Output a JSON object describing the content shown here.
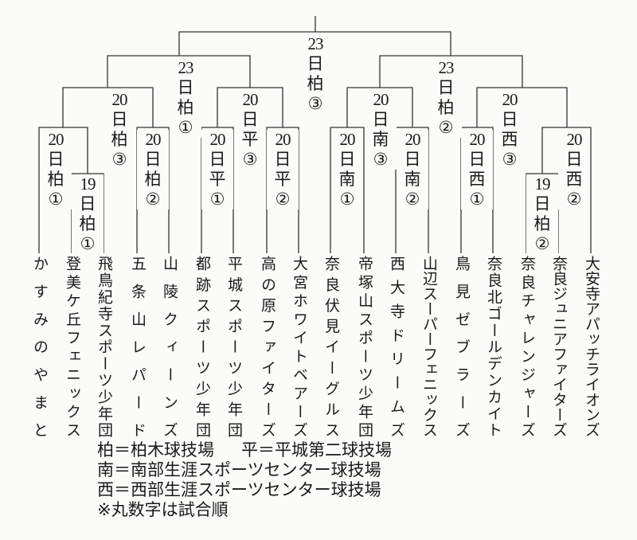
{
  "matches": {
    "final": {
      "date": "23",
      "day": "日",
      "venue": "柏",
      "order": "③"
    },
    "semi_left": {
      "date": "23",
      "day": "日",
      "venue": "柏",
      "order": "①"
    },
    "semi_right": {
      "date": "23",
      "day": "日",
      "venue": "柏",
      "order": "②"
    },
    "q_kashiwa3": {
      "date": "20",
      "day": "日",
      "venue": "柏",
      "order": "③"
    },
    "q_hira3": {
      "date": "20",
      "day": "日",
      "venue": "平",
      "order": "③"
    },
    "q_minami3": {
      "date": "20",
      "day": "日",
      "venue": "南",
      "order": "③"
    },
    "q_nishi3": {
      "date": "20",
      "day": "日",
      "venue": "西",
      "order": "③"
    },
    "r_kashiwa1": {
      "date": "20",
      "day": "日",
      "venue": "柏",
      "order": "①"
    },
    "r_kashiwa2": {
      "date": "20",
      "day": "日",
      "venue": "柏",
      "order": "②"
    },
    "r_hira1": {
      "date": "20",
      "day": "日",
      "venue": "平",
      "order": "①"
    },
    "r_hira2": {
      "date": "20",
      "day": "日",
      "venue": "平",
      "order": "②"
    },
    "r_minami1": {
      "date": "20",
      "day": "日",
      "venue": "南",
      "order": "①"
    },
    "r_minami2": {
      "date": "20",
      "day": "日",
      "venue": "南",
      "order": "②"
    },
    "r_nishi1": {
      "date": "20",
      "day": "日",
      "venue": "西",
      "order": "①"
    },
    "r_nishi2": {
      "date": "20",
      "day": "日",
      "venue": "西",
      "order": "②"
    },
    "p_kashiwa1": {
      "date": "19",
      "day": "日",
      "venue": "柏",
      "order": "①"
    },
    "p_kashiwa2": {
      "date": "19",
      "day": "日",
      "venue": "柏",
      "order": "②"
    }
  },
  "teams": [
    "かすみのやまと",
    "登美ケ丘フェニックス",
    "飛鳥紀寺スポーツ少年団",
    "五条山レパード",
    "山陵クィーンズ",
    "都跡スポーツ少年団",
    "平城スポーツ少年団",
    "高の原ファイターズ",
    "大宮ホワイトベアーズ",
    "奈良伏見イーグルス",
    "帝塚山スポーツ少年団",
    "西大寺ドリームズ",
    "山辺スーパーフェニックス",
    "鳥見ゼブラーズ",
    "奈良北ゴールデンカイト",
    "奈良チャレンジャーズ",
    "奈良ジュニアファイターズ",
    "大安寺アパッチライオンズ"
  ],
  "legend": {
    "kashiwa": "柏＝柏木球技場",
    "hira": "平＝平城第二球技場",
    "minami": "南＝南部生涯スポーツセンター球技場",
    "nishi": "西＝西部生涯スポーツセンター球技場",
    "note": "※丸数字は試合順"
  }
}
